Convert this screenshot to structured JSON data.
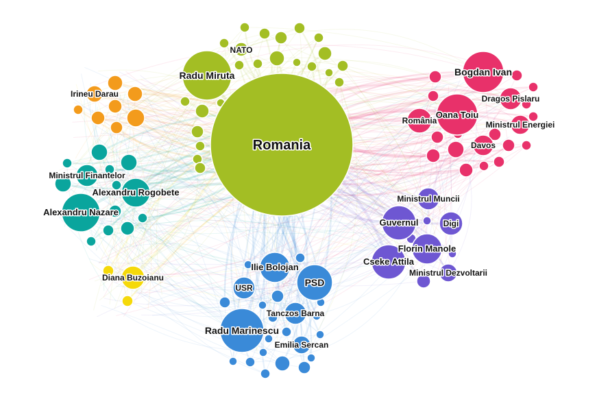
{
  "graph": {
    "type": "network",
    "communities": [
      {
        "id": "green",
        "color": "#a3be24"
      },
      {
        "id": "pink",
        "color": "#e8316a"
      },
      {
        "id": "orange",
        "color": "#f39b1c"
      },
      {
        "id": "teal",
        "color": "#0aa59d"
      },
      {
        "id": "yellow",
        "color": "#f5d90a"
      },
      {
        "id": "blue",
        "color": "#3a8ad8"
      },
      {
        "id": "purple",
        "color": "#6e57d2"
      }
    ],
    "labeled_nodes": [
      {
        "label": "Romania",
        "community": "green"
      },
      {
        "label": "Radu Miruta",
        "community": "green"
      },
      {
        "label": "NATO",
        "community": "green"
      },
      {
        "label": "Bogdan Ivan",
        "community": "pink"
      },
      {
        "label": "Dragos Pislaru",
        "community": "pink"
      },
      {
        "label": "Oana Toiu",
        "community": "pink"
      },
      {
        "label": "România",
        "community": "pink"
      },
      {
        "label": "Ministrul Energiei",
        "community": "pink"
      },
      {
        "label": "Davos",
        "community": "pink"
      },
      {
        "label": "Irineu Darau",
        "community": "orange"
      },
      {
        "label": "Ministrul Finantelor",
        "community": "teal"
      },
      {
        "label": "Alexandru Rogobete",
        "community": "teal"
      },
      {
        "label": "Alexandru Nazare",
        "community": "teal"
      },
      {
        "label": "Diana Buzoianu",
        "community": "yellow"
      },
      {
        "label": "Ministrul Muncii",
        "community": "purple"
      },
      {
        "label": "Guvernul",
        "community": "purple"
      },
      {
        "label": "Digi",
        "community": "purple"
      },
      {
        "label": "Florin Manole",
        "community": "purple"
      },
      {
        "label": "Cseke Attila",
        "community": "purple"
      },
      {
        "label": "Ministrul Dezvoltarii",
        "community": "purple"
      },
      {
        "label": "Ilie Bolojan",
        "community": "blue"
      },
      {
        "label": "PSD",
        "community": "blue"
      },
      {
        "label": "USR",
        "community": "blue"
      },
      {
        "label": "Tanczos Barna",
        "community": "blue"
      },
      {
        "label": "Radu Marinescu",
        "community": "blue"
      },
      {
        "label": "Emilia Sercan",
        "community": "blue"
      }
    ]
  }
}
